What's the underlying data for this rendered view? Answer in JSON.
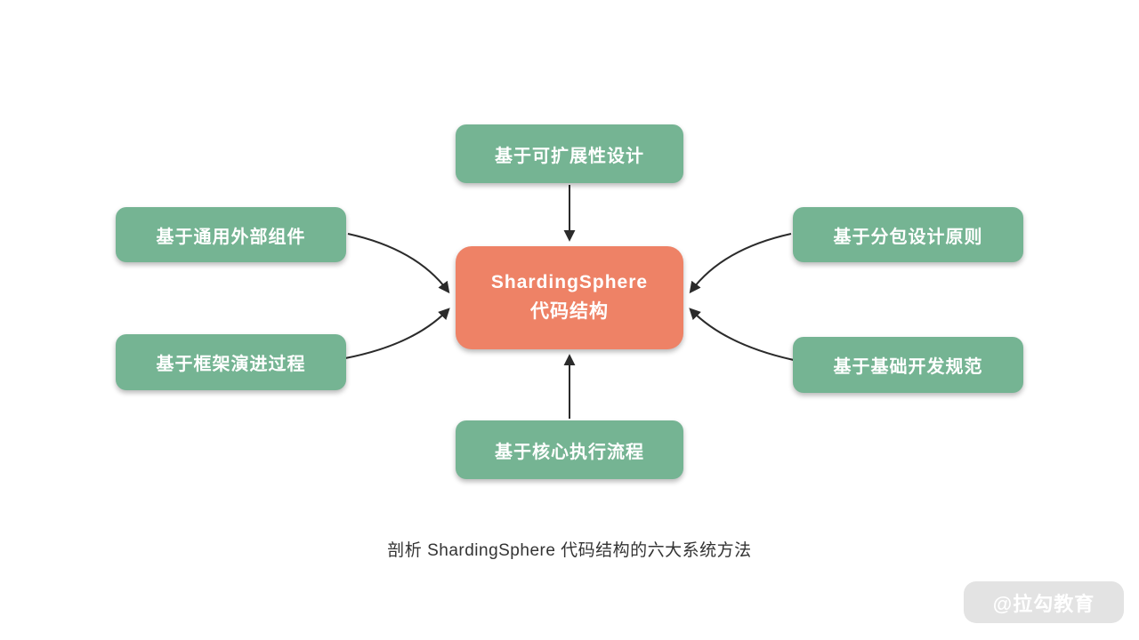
{
  "diagram": {
    "center": {
      "label_line1": "ShardingSphere",
      "label_line2": "代码结构"
    },
    "nodes": [
      {
        "id": "top",
        "label": "基于可扩展性设计"
      },
      {
        "id": "left-top",
        "label": "基于通用外部组件"
      },
      {
        "id": "left-bottom",
        "label": "基于框架演进过程"
      },
      {
        "id": "right-top",
        "label": "基于分包设计原则"
      },
      {
        "id": "right-bottom",
        "label": "基于基础开发规范"
      },
      {
        "id": "bottom",
        "label": "基于核心执行流程"
      }
    ],
    "colors": {
      "node": "#75b493",
      "center": "#ee8266",
      "arrow": "#2b2b2b",
      "text": "#ffffff"
    }
  },
  "caption": "剖析 ShardingSphere 代码结构的六大系统方法",
  "watermark": "@拉勾教育"
}
